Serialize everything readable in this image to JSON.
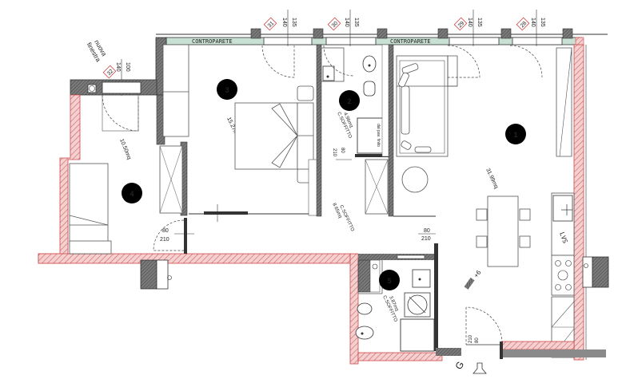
{
  "plan": {
    "colors": {
      "wall_existing": "#5a5a5a",
      "wall_new_hatch": "#e8a6a6",
      "wall_new_stroke": "#d04848",
      "controparete": "#c9e0d4",
      "room_badge": "#000000",
      "window_tag": "#d04848",
      "line": "#333333"
    },
    "controparete_labels": [
      "CONTROPARETE",
      "CONTROPARETE"
    ],
    "new_window_note": [
      "nuova",
      "finestra"
    ],
    "windows": [
      {
        "tag": "32",
        "w": "140",
        "h": "100"
      },
      {
        "tag": "31",
        "w": "140",
        "h": "135"
      },
      {
        "tag": "30",
        "w": "140",
        "h": "135"
      },
      {
        "tag": "29",
        "w": "140",
        "h": "135"
      },
      {
        "tag": "28",
        "w": "140",
        "h": "135"
      }
    ],
    "rooms": [
      {
        "id": "1",
        "area": "31.99mq"
      },
      {
        "id": "2",
        "area": "4.96mq",
        "note": "C.SOFFITTO"
      },
      {
        "id": "3",
        "area": "15.27mq"
      },
      {
        "id": "4",
        "area": "10.50mq"
      },
      {
        "id": "5",
        "area": "3.87mq",
        "note": "C.SOFFITTO"
      }
    ],
    "corridor": {
      "area": "8.65mq",
      "note": "C.SOFFITTO"
    },
    "doors": [
      {
        "w": "80",
        "h": "210"
      },
      {
        "w": "80",
        "h": "210"
      },
      {
        "w": "80",
        "h": "210"
      },
      {
        "w": "80",
        "h": "210"
      }
    ],
    "shower_note": "dal pav. finito",
    "kitchen_label": "LVS",
    "entrance_label": "G",
    "level_mark": "+6"
  }
}
